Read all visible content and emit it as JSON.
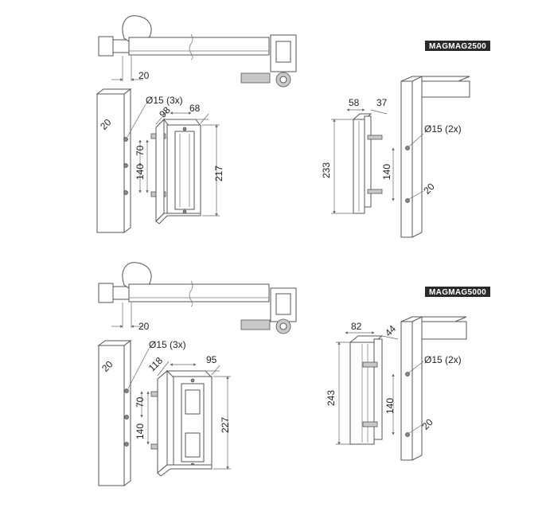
{
  "models": [
    {
      "badge": "MAGMAG2500",
      "hinge_offset": "20",
      "post_width": "20",
      "holes_left": "Ø15 (3x)",
      "hole_spacing_small": "70",
      "hole_spacing_large": "140",
      "bracket_depth": "98",
      "bracket_width": "68",
      "bracket_height": "217",
      "plate_depth": "58",
      "plate_width": "37",
      "holes_right": "Ø15 (2x)",
      "plate_height": "233",
      "right_spacing": "140",
      "right_offset": "20"
    },
    {
      "badge": "MAGMAG5000",
      "hinge_offset": "20",
      "post_width": "20",
      "holes_left": "Ø15 (3x)",
      "hole_spacing_small": "70",
      "hole_spacing_large": "140",
      "bracket_depth": "118",
      "bracket_width": "95",
      "bracket_height": "227",
      "plate_depth": "82",
      "plate_width": "44",
      "holes_right": "Ø15 (2x)",
      "plate_height": "243",
      "right_spacing": "140",
      "right_offset": "20"
    }
  ]
}
